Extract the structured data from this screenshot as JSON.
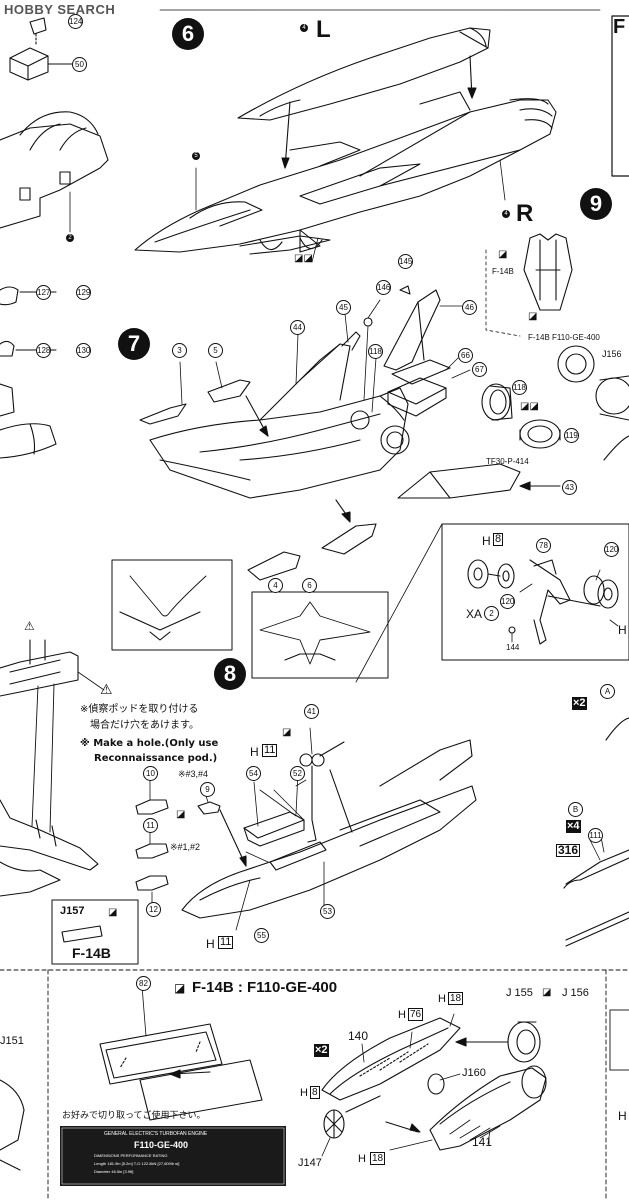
{
  "watermark": "HOBBY SEARCH",
  "steps": {
    "s6": "6",
    "s7": "7",
    "s8": "8",
    "s9": "9"
  },
  "side": {
    "left": "L",
    "right": "R"
  },
  "parts": {
    "p50": "50",
    "p2": "2",
    "p127": "127",
    "p129": "129",
    "p128": "128",
    "p130": "130",
    "p4": "4",
    "p5": "5",
    "p3": "3",
    "p145": "145",
    "p146": "146",
    "p45": "45",
    "p44": "44",
    "p118a": "118",
    "p118b": "118",
    "p46": "46",
    "p66": "66",
    "p67": "67",
    "p119": "119",
    "p43": "43",
    "p6": "6",
    "p4b": "4",
    "p5b": "5",
    "p78": "78",
    "p120a": "120",
    "p120b": "120",
    "p144": "144",
    "p41": "41",
    "p52": "52",
    "p54": "54",
    "p9": "9",
    "p10": "10",
    "p11": "11",
    "p12": "12",
    "p55": "55",
    "p53": "53",
    "p111": "111",
    "p82": "82",
    "p140": "140",
    "p141": "141",
    "p124": "124"
  },
  "labels": {
    "f14b_a": "F-14B",
    "f14b_engine": "F-14B F110-GE-400",
    "j156": "J156",
    "tf30": "TF30-P-414",
    "h8": "H",
    "h8n": "8",
    "xa2": "XA",
    "xa2n": "2",
    "h_right": "H",
    "h11": "H",
    "h11n": "11",
    "h11b": "H",
    "h11bn": "11",
    "ref34": "※#3,#4",
    "ref12": "※#1,#2",
    "j157": "J157",
    "f14b_b": "F-14B",
    "x2": "×2",
    "x4": "×4",
    "box316": "316",
    "a_mark": "A",
    "b_mark": "B",
    "j151": "J151",
    "h_edge": "H"
  },
  "notes": {
    "jp1": "※偵察ポッドを取り付ける",
    "jp2": "場合だけ穴をあけます。",
    "en1": "※ Make a hole.(Only use",
    "en2": "Reconnaissance pod.)"
  },
  "engine_section": {
    "title": "F-14B : F110-GE-400",
    "x2": "×2",
    "h76": "H",
    "h76n": "76",
    "h18": "H",
    "h18n": "18",
    "j155": "J 155",
    "j156": "J 156",
    "j160": "J160",
    "h8": "H",
    "h8n": "8",
    "j147": "J147",
    "h18b": "H",
    "h18bn": "18",
    "cut_note": "お好みで切り取ってご使用下さい。",
    "plate_l1": "GENERAL ELECTRIC'S TURBOFAN ENGINE",
    "plate_l2": "F110-GE-400",
    "plate_l3": "DIMENSIONS                         PERFORMANCE RATING",
    "plate_l4": "Length        181.9in [5.2m]      T-O    122.8kN [27,600lb st]",
    "plate_l5": "Diameter      46.5in [3.9ft]"
  },
  "colors": {
    "ink": "#111111",
    "paper": "#ffffff",
    "plate": "#1a1a1a"
  }
}
